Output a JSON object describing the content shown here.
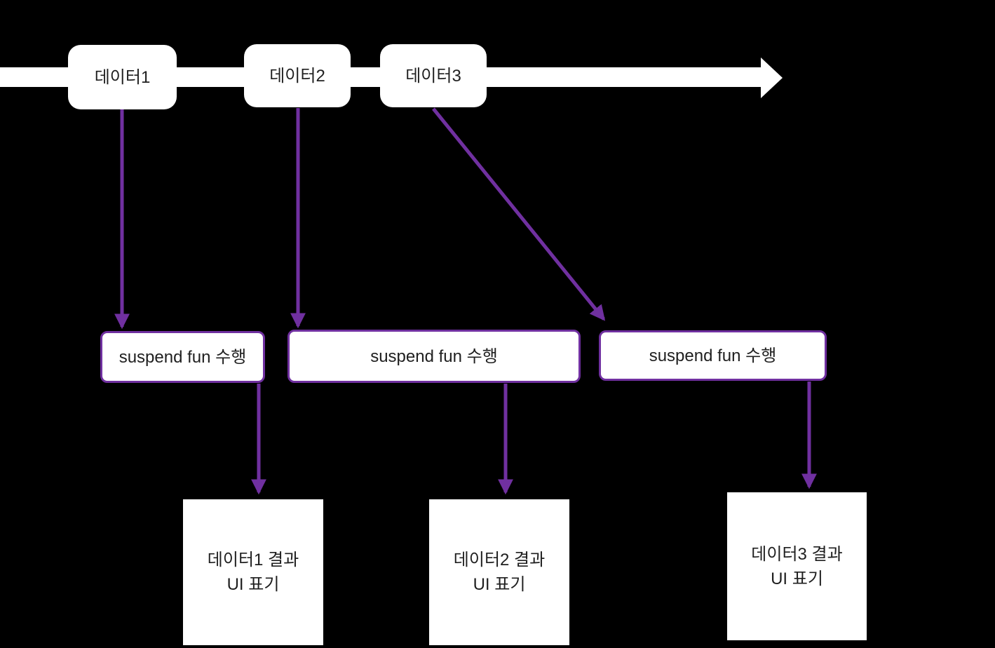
{
  "diagram": {
    "colors": {
      "background": "#000000",
      "accent": "#7030a0",
      "node_fill": "#ffffff",
      "node_text": "#1f1f1f"
    },
    "timeline": {
      "events": [
        {
          "label": "데이터1"
        },
        {
          "label": "데이터2"
        },
        {
          "label": "데이터3"
        }
      ]
    },
    "suspend_nodes": [
      {
        "label": "suspend fun 수행"
      },
      {
        "label": "suspend fun 수행"
      },
      {
        "label": "suspend fun 수행"
      }
    ],
    "result_nodes": [
      {
        "line1": "데이터1 결과",
        "line2": "UI 표기"
      },
      {
        "line1": "데이터2 결과",
        "line2": "UI 표기"
      },
      {
        "line1": "데이터3 결과",
        "line2": "UI 표기"
      }
    ],
    "icons": {
      "timeline_arrow": "right-arrow",
      "flow_arrow": "down-arrow"
    }
  }
}
